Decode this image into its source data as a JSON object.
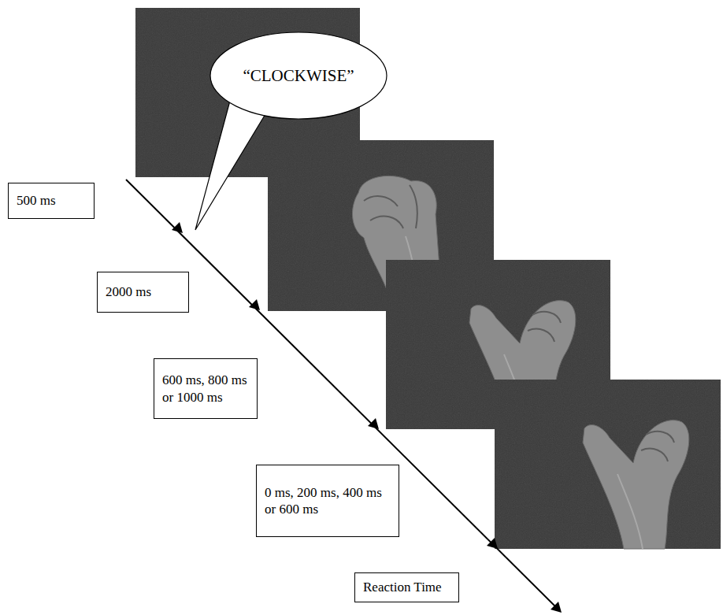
{
  "diagram": {
    "nodes": [
      {
        "text": [
          "“CLOCKWISE”"
        ]
      },
      {
        "text": [
          "500 ms"
        ]
      },
      {
        "text": [
          "2000 ms"
        ]
      },
      {
        "text": [
          "600 ms, 800 ms or 1000 ms"
        ]
      },
      {
        "text": [
          "0 ms, 200 ms, 400 ms or 600 ms"
        ]
      },
      {
        "text": [
          "Reaction Time"
        ]
      }
    ]
  }
}
